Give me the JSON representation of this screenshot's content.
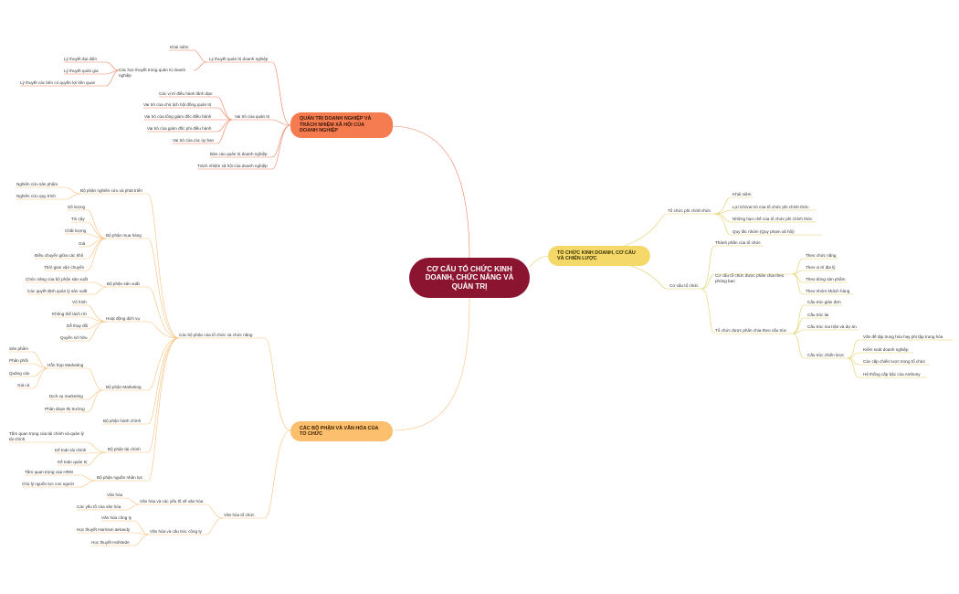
{
  "root": {
    "label": "CƠ CẤU TỔ CHỨC KINH DOANH, CHỨC NĂNG VÀ QUẢN TRỊ",
    "color": "#8b1530"
  },
  "branches": {
    "governance": {
      "label": "QUẢN TRỊ DOANH NGHIỆP VÀ TRÁCH NHIỆM XÃ HỘI CỦA DOANH NGHIỆP",
      "color": "#f47c50",
      "theory": "Lý thuyết quản trị doanh nghiệp",
      "concept": "Khái niệm",
      "theories": "Các học thuyết trong quản trị doanh nghiệp",
      "theory_items": [
        "Lý thuyết đại diện",
        "Lý thuyết quản gia",
        "Lý thuyết các bên có quyền lợi liên quan"
      ],
      "roles": "Vai trò của quản trị",
      "role_items": [
        "Các vị trí điều hành lãnh đạo",
        "Vai trò của chủ tịch hội đồng quản trị",
        "Vai trò của tổng giám đốc điều hành",
        "Vai trò của giám đốc phi điều hành",
        "Vai trò của các ủy ban"
      ],
      "report": "Báo cáo quản trị doanh nghiệp",
      "csr": "Trách nhiệm xã hội của doanh nghiệp"
    },
    "org": {
      "label": "TỔ CHỨC KINH DOANH, CƠ CẤU VÀ CHIẾN LƯỢC",
      "color": "#f4d96a",
      "informal": "Tổ chức phi chính thức",
      "informal_items": [
        "Khái niệm",
        "Lợi ích/vai trò của tổ chức phi chính thức",
        "Những hạn chế của tổ chức phi chính thức",
        "Quy tắc nhóm (Quy phạm xã hội)"
      ],
      "structure": "Cơ cấu tổ chức",
      "components": "Thành phần của tổ chức",
      "dept_division": "Cơ cấu tổ chức được phân chia theo phòng ban",
      "dept_items": [
        "Theo chức năng",
        "Theo vị trí địa lý",
        "Theo dòng sản phẩm",
        "Theo nhóm khách hàng"
      ],
      "by_structure": "Tổ chức được phân chia theo cấu trúc",
      "structure_items": [
        "Cấu trúc giản đơn",
        "Cấu trúc lai",
        "Cấu trúc ma trận và dự án"
      ],
      "strategic": "Cấu trúc chiến lược",
      "strategic_items": [
        "Vấn đề tập trung hóa hay phi tập trung hóa",
        "Kiểm soát doanh nghiệp",
        "Các cấp chiến lược trong tổ chức",
        "Hệ thống cấp bậc của Anthony"
      ]
    },
    "culture": {
      "label": "CÁC BỘ PHẬN VÀ VĂN HÓA CỦA TỔ CHỨC",
      "color": "#fbbf6e",
      "functions": "Các bộ phận của tổ chức và chức năng",
      "rnd": "Bộ phận nghiên cứu và phát triển",
      "rnd_items": [
        "Nghiên cứu sản phẩm",
        "Nghiên cứu quy trình"
      ],
      "purchasing": "Bộ phận mua hàng",
      "purchasing_items": [
        "Số lượng",
        "Tin cậy",
        "Chất lượng",
        "Giá",
        "Điều chuyển giữa các khô",
        "Thời gian vận chuyển"
      ],
      "production": "Bộ phận sản xuất",
      "production_items": [
        "Chức năng của bộ phận sản xuất",
        "Các quyết định quản lý sản xuất"
      ],
      "service": "Hoạt động dịch vụ",
      "service_items": [
        "Vô hình",
        "Không thể tách rời",
        "Dễ thay đổi",
        "Quyền sở hữu"
      ],
      "marketing": "Bộ phận Marketing",
      "mix": "Hỗn hợp Marketing",
      "mix_items": [
        "Sản phẩm",
        "Phân phối",
        "Quảng cáo",
        "Giá cả"
      ],
      "marketing_items": [
        "Dịch vụ marketing",
        "Phân đoạn thị trường"
      ],
      "admin": "Bộ phận hành chính",
      "finance": "Bộ phận tài chính",
      "finance_items": [
        "Tầm quan trọng của tài chính và quản lý tài chính",
        "Kế toán tài chính",
        "Kế toán quản trị"
      ],
      "hr": "Bộ phận nguồn nhân lực",
      "hr_items": [
        "Tầm quan trọng của HRM",
        "Chủ lý nguồn lực con người"
      ],
      "culture": "Văn hóa tổ chức",
      "culture_factors": "Văn hóa và các yếu tố về văn hóa",
      "culture_factor_items": [
        "Văn hóa",
        "Các yếu tố của văn hóa"
      ],
      "culture_structure": "Văn hóa và cấu trúc công ty",
      "culture_structure_items": [
        "Văn hóa công ty",
        "Học thuyết Harrison &Handy",
        "Học thuyết Hofstede"
      ]
    }
  },
  "colors": {
    "line_red": "#e9805f",
    "line_yellow": "#e2cd62",
    "line_orange": "#f7c07c"
  }
}
